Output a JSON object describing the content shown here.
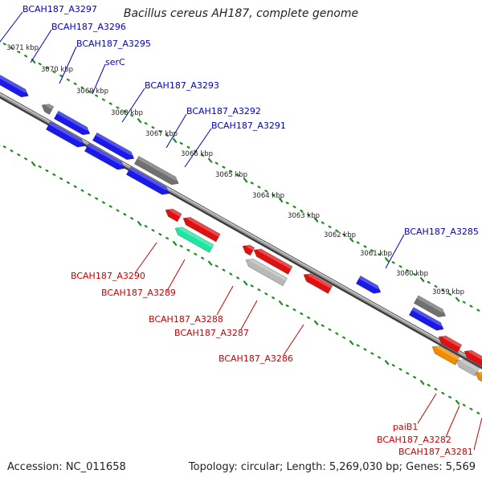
{
  "header": {
    "title": "Bacillus cereus AH187, complete genome"
  },
  "footer": {
    "accession": "Accession: NC_011658",
    "topology": "Topology: circular; Length: 5,269,030 bp; Genes: 5,569"
  },
  "scale_labels": [
    "3071 kbp",
    "3070 kbp",
    "3069 kbp",
    "3068 kbp",
    "3067 kbp",
    "3066 kbp",
    "3065 kbp",
    "3064 kbp",
    "3063 kbp",
    "3062 kbp",
    "3061 kbp",
    "3060 kbp",
    "3059 kbp"
  ],
  "forward_gene_labels": [
    "BCAH187_A3297",
    "BCAH187_A3296",
    "BCAH187_A3295",
    "serC",
    "BCAH187_A3293",
    "BCAH187_A3292",
    "BCAH187_A3291",
    "BCAH187_A3285"
  ],
  "reverse_gene_labels": [
    "BCAH187_A3290",
    "BCAH187_A3289",
    "BCAH187_A3288",
    "BCAH187_A3287",
    "BCAH187_A3286",
    "paiB1",
    "BCAH187_A3282",
    "BCAH187_A3281"
  ],
  "colors": {
    "forward_gene": "#1a1ae6",
    "reverse_gene": "#e01010",
    "rna_gene": "#1ee6a0",
    "pseudo_gene": "#b8b8b8",
    "other_gene": "#f08c00",
    "gray_gene": "#707070",
    "backbone": "#8c8c8c",
    "tick_dots": "#1e8c1e",
    "forward_label": "#0000cc",
    "reverse_label": "#cc0000"
  }
}
